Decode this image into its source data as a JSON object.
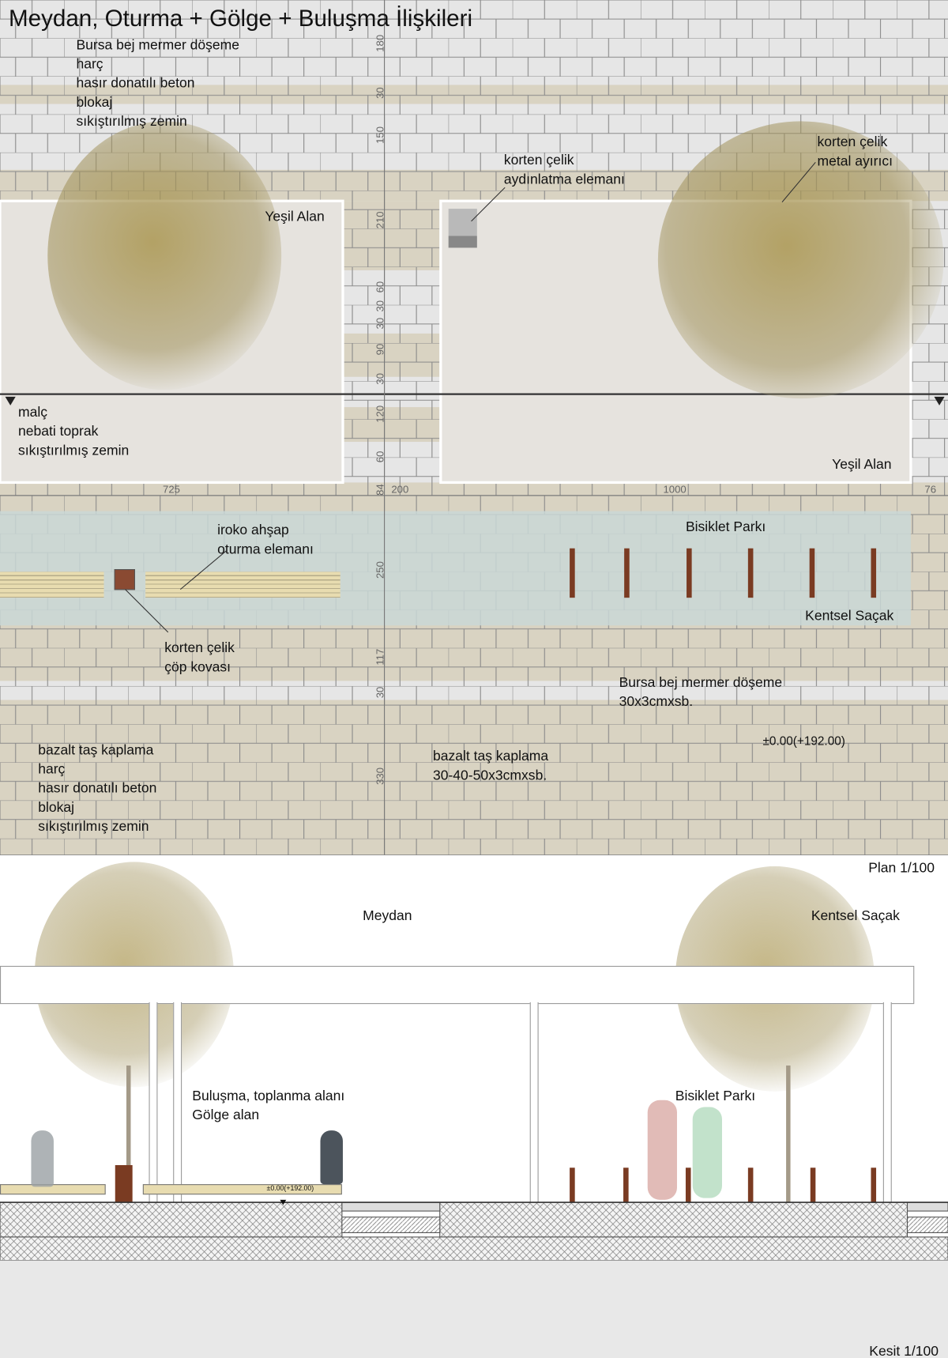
{
  "title": "Meydan, Oturma + Gölge + Buluşma İlişkileri",
  "plan": {
    "layers_top": [
      "Bursa bej mermer döşeme",
      "harç",
      "hasır donatılı beton",
      "blokaj",
      "sıkıştırılmış zemin"
    ],
    "layers_green": [
      "malç",
      "nebati toprak",
      "sıkıştırılmış zemin"
    ],
    "layers_bottom": [
      "bazalt taş kaplama",
      "harç",
      "hasır donatılı beton",
      "blokaj",
      "sıkıştırılmış zemin"
    ],
    "green_area_1": "Yeşil Alan",
    "green_area_2": "Yeşil Alan",
    "lighting": [
      "korten çelik",
      "aydınlatma elemanı"
    ],
    "separator": [
      "korten çelik",
      "metal ayırıcı"
    ],
    "seating": [
      "iroko ahşap",
      "oturma elemanı"
    ],
    "bin": [
      "korten çelik",
      "çöp kovası"
    ],
    "bike_park": "Bisiklet Parkı",
    "urban_edge": "Kentsel Saçak",
    "marble": [
      "Bursa bej mermer döşeme",
      "30x3cmxsb."
    ],
    "basalt": [
      "bazalt taş kaplama",
      "30-40-50x3cmxsb."
    ],
    "level": "±0.00(+192.00)",
    "scale": "Plan 1/100",
    "vertical_dims": [
      "180",
      "30",
      "150",
      "210",
      "60",
      "30",
      "30",
      "90",
      "30",
      "120",
      "60",
      "84",
      "250",
      "117",
      "30",
      "330"
    ],
    "horizontal_dims": [
      "725",
      "200",
      "1000",
      "76"
    ]
  },
  "section": {
    "square": "Meydan",
    "edge": "Kentsel Saçak",
    "meeting": [
      "Buluşma, toplanma alanı",
      "Gölge alan"
    ],
    "bike_park": "Bisiklet Parkı",
    "level": "±0.00(+192.00)",
    "scale": "Kesit 1/100"
  },
  "colors": {
    "paving": "#e4e4e4",
    "beige": "#d8d2c0",
    "green_area": "#e6e3de",
    "urban_band": "#c9d7d6",
    "corten": "#7a3b22",
    "wood": "#e8dcb0"
  }
}
